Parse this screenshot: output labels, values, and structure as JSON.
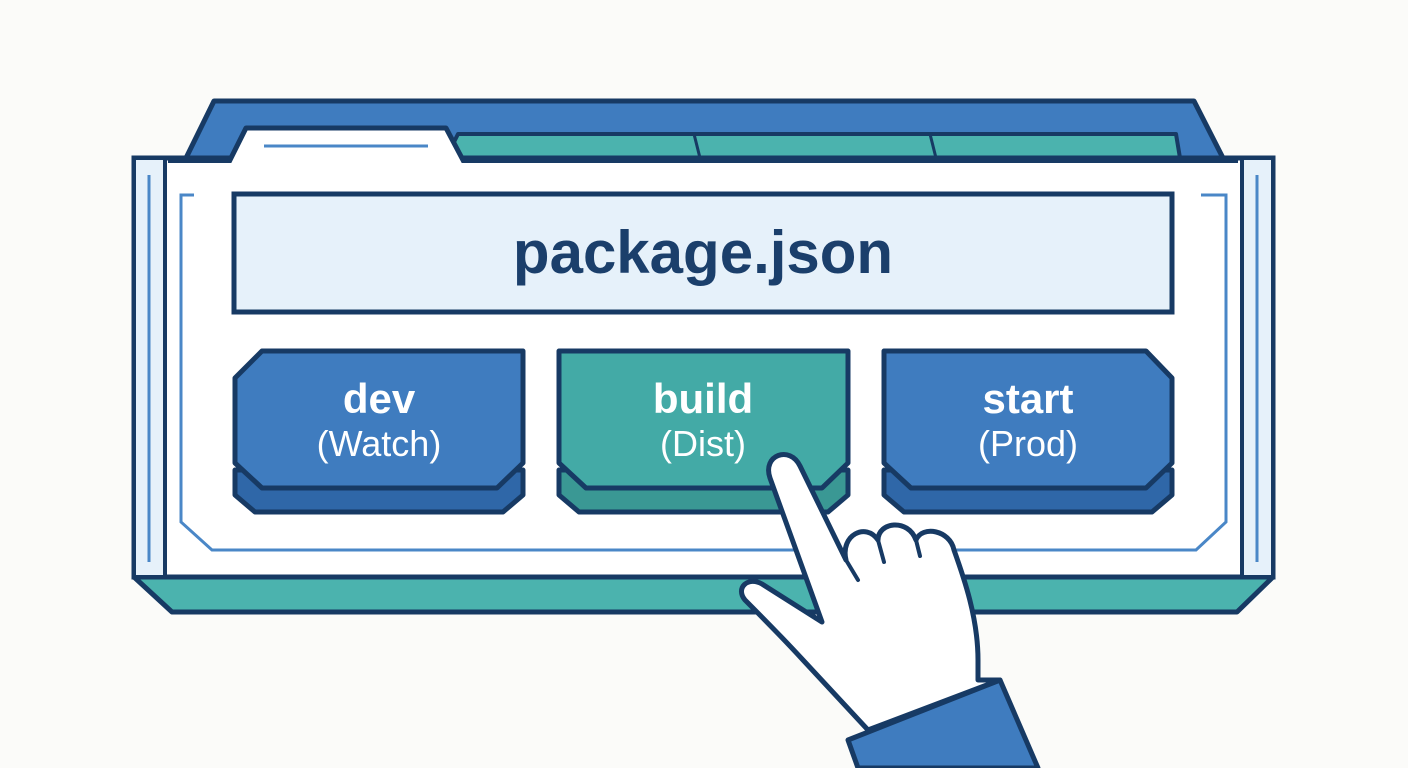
{
  "window": {
    "title": "package.json"
  },
  "scripts": [
    {
      "name": "dev",
      "subtitle": "(Watch)",
      "color": "#3f7cbf",
      "shadow": "#2f67a8",
      "active": false
    },
    {
      "name": "build",
      "subtitle": "(Dist)",
      "color": "#43aaa6",
      "shadow": "#3a9894",
      "active": true
    },
    {
      "name": "start",
      "subtitle": "(Prod)",
      "color": "#3f7cbf",
      "shadow": "#2f67a8",
      "active": false
    }
  ],
  "colors": {
    "outline": "#173a64",
    "frame_blue": "#3f7cbf",
    "frame_teal": "#4bb3ae",
    "panel_bg": "#ffffff",
    "title_bg": "#e6f1fa",
    "accent_line": "#4a87c7",
    "hand_fill": "#ffffff",
    "sleeve": "#3f7cbf"
  },
  "icons": {
    "pointer": "pointing-hand-icon"
  }
}
